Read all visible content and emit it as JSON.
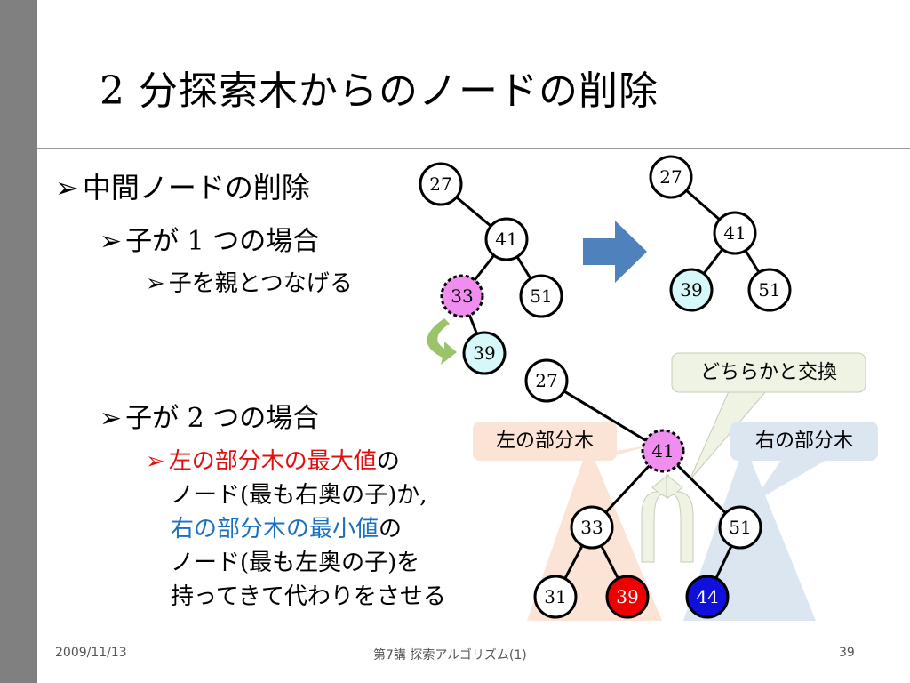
{
  "slide": {
    "title": "2 分探索木からのノードの削除",
    "bullets": {
      "l1": "中間ノードの削除",
      "l2a": "子が 1 つの場合",
      "l3a": "子を親とつなげる",
      "l2b": "子が 2 つの場合",
      "l3b_red": "左の部分木の最大値",
      "l3b_tail": "の",
      "desc1": "ノード(最も右奥の子)か,",
      "desc2_blue": "右の部分木の最小値",
      "desc2_tail": "の",
      "desc3": "ノード(最も左奥の子)を",
      "desc4": "持ってきて代わりをさせる"
    },
    "bullet_mark": "➢",
    "footer": {
      "date": "2009/11/13",
      "lecture": "第7講 探索アルゴリズム(1)",
      "page": "39"
    }
  },
  "diagram": {
    "tree_before": {
      "root": "27",
      "n41": "41",
      "n33": "33",
      "n51": "51",
      "n39": "39"
    },
    "tree_after": {
      "root": "27",
      "n41": "41",
      "n39": "39",
      "n51": "51"
    },
    "tree_two": {
      "root": "27",
      "n41": "41",
      "n33": "33",
      "n51": "51",
      "n31": "31",
      "n39": "39",
      "n44": "44"
    },
    "callouts": {
      "swap": "どちらかと交換",
      "left_subtree": "左の部分木",
      "right_subtree": "右の部分木"
    },
    "colors": {
      "pink": "#f08ef0",
      "light_cyan": "#d6f8fa",
      "red": "#ee0000",
      "blue": "#1010dd",
      "arrow_blue": "#4f81bd",
      "green_arrow": "#9bc46a",
      "left_tri": "#fbe4d5",
      "right_tri": "#dce6f1",
      "callout_bg": "#eef3e4"
    }
  }
}
